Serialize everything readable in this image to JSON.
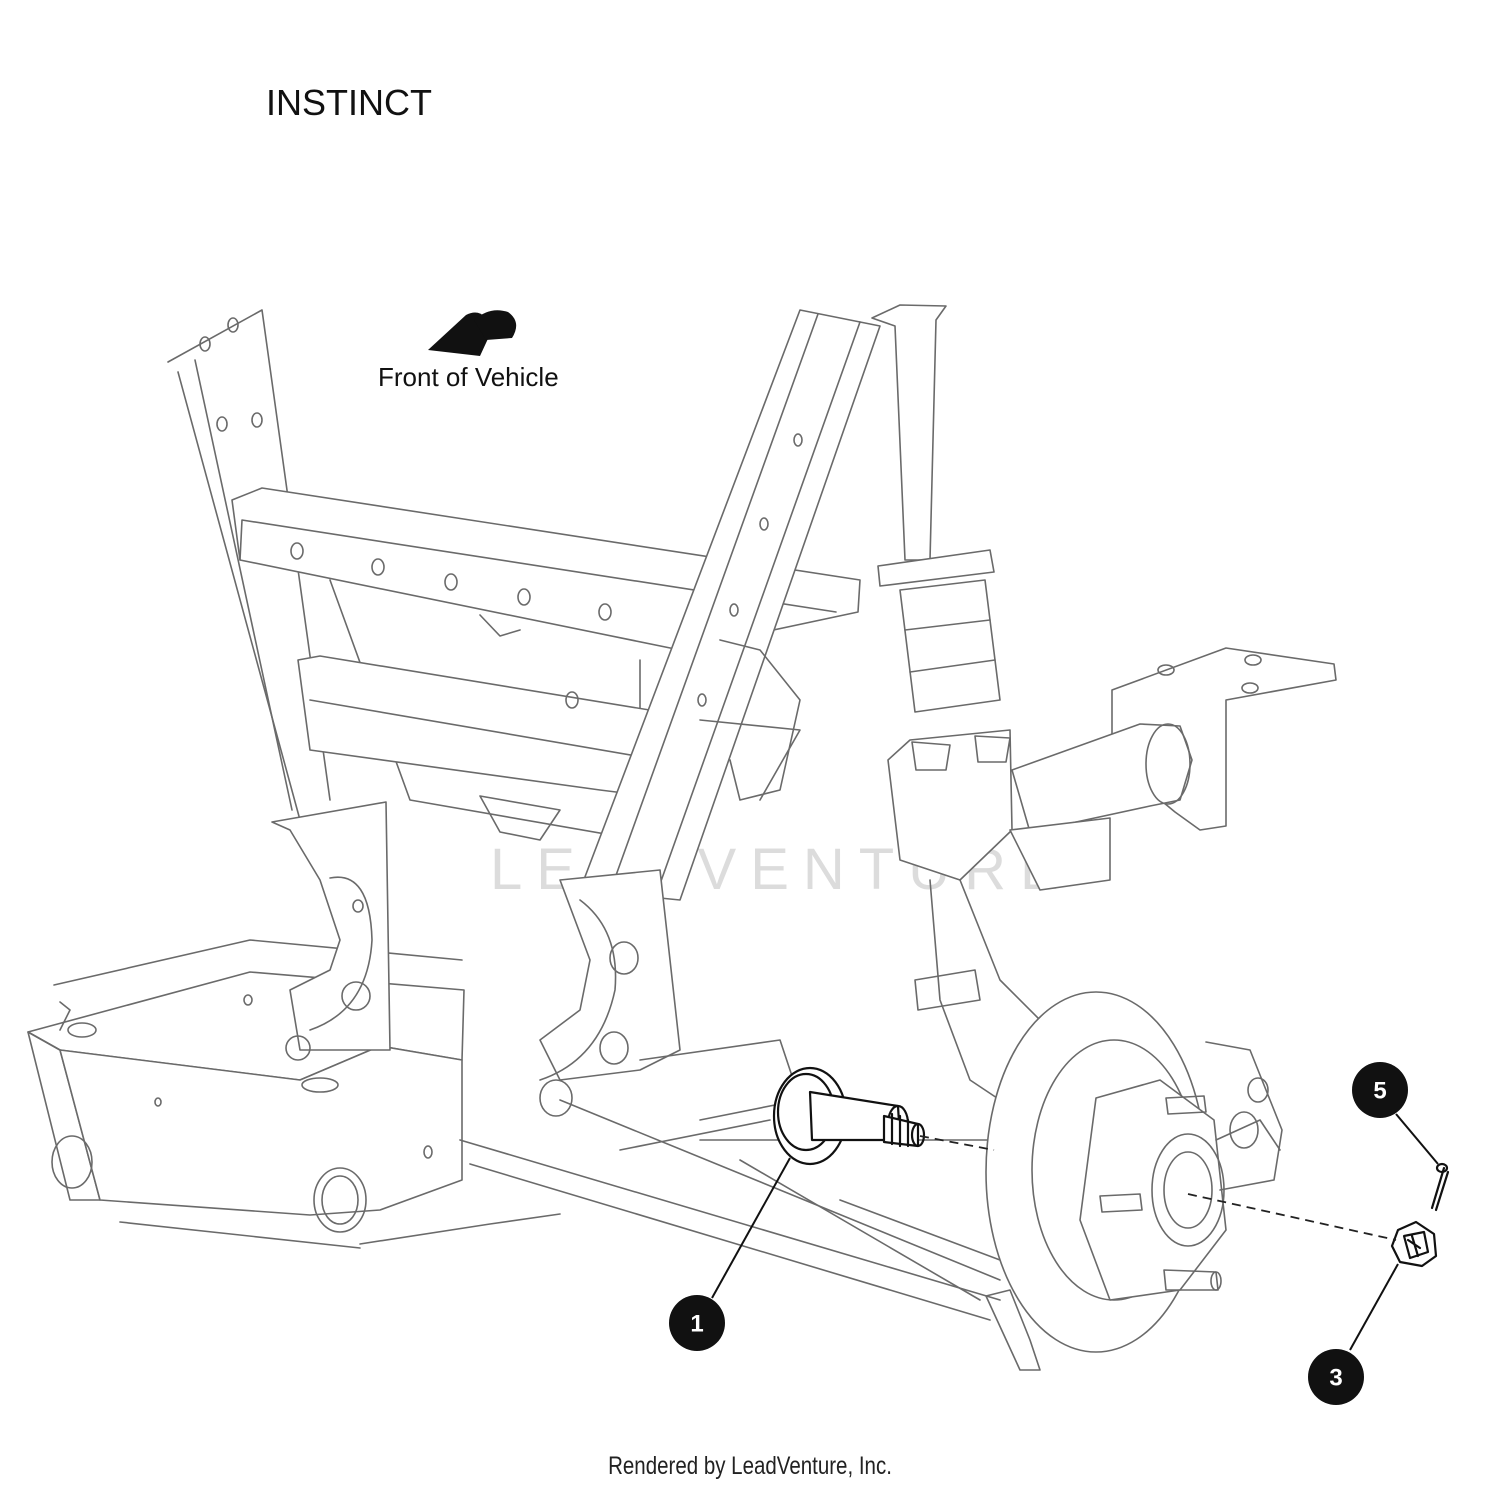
{
  "header": {
    "title": "INSTINCT"
  },
  "diagram": {
    "front_label": "Front of Vehicle",
    "watermark": "LEADVENTURE",
    "footer": "Rendered by LeadVenture, Inc.",
    "callouts": [
      "1",
      "3",
      "5"
    ]
  }
}
